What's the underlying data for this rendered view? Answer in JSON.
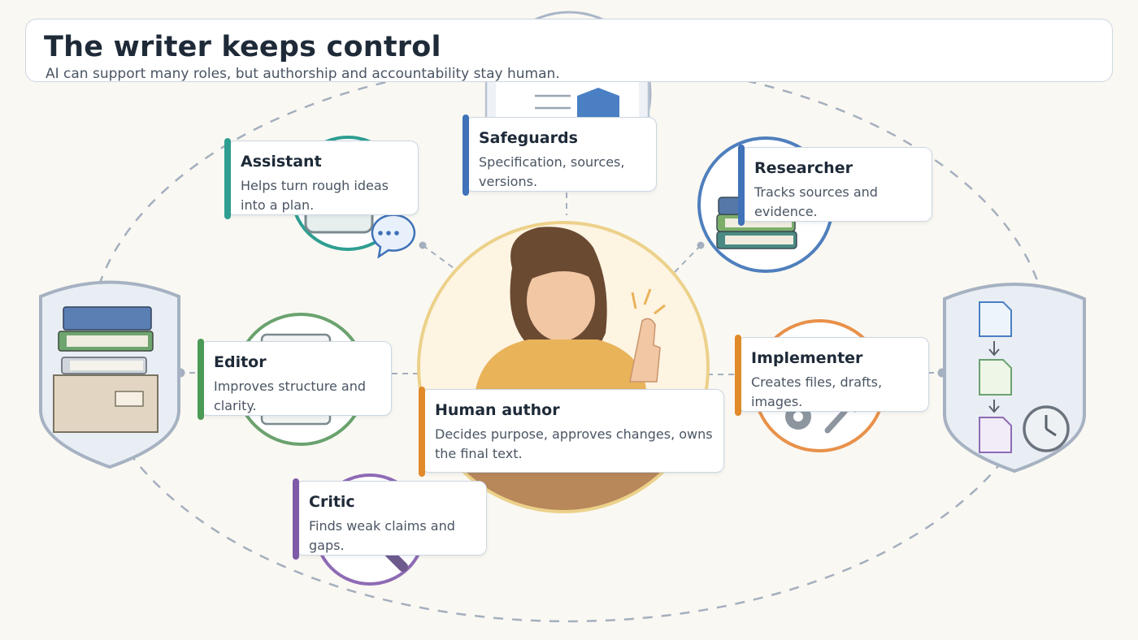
{
  "header": {
    "title": "The writer keeps control",
    "subtitle": "AI can support many roles, but authorship and accountability stay human."
  },
  "roles": [
    {
      "name": "Assistant",
      "description": "Helps turn rough ideas into a plan.",
      "color": "#2e9e92"
    },
    {
      "name": "Safeguards",
      "description": "Specification, sources, versions.",
      "color": "#3f72b8"
    },
    {
      "name": "Researcher",
      "description": "Tracks sources and evidence.",
      "color": "#3f72b8"
    },
    {
      "name": "Editor",
      "description": "Improves structure and clarity.",
      "color": "#4b9a55"
    },
    {
      "name": "Implementer",
      "description": "Creates files, drafts, images.",
      "color": "#e08a2a"
    },
    {
      "name": "Human author",
      "description": "Decides purpose, approves changes, owns the final text.",
      "color": "#e08a2a"
    },
    {
      "name": "Critic",
      "description": "Finds weak claims and gaps.",
      "color": "#7e5ba8"
    }
  ],
  "icons": {
    "assistant": "chat-bubbles-icon",
    "safeguards": "document-shield-icon",
    "researcher": "book-stack-icon",
    "editor": "edit-document-icon",
    "implementer": "gear-wrench-icon",
    "critic": "magnifier-icon",
    "archive": "books-archive-shield-icon",
    "versions": "document-versions-clock-icon",
    "author": "author-thumbs-up-icon"
  }
}
